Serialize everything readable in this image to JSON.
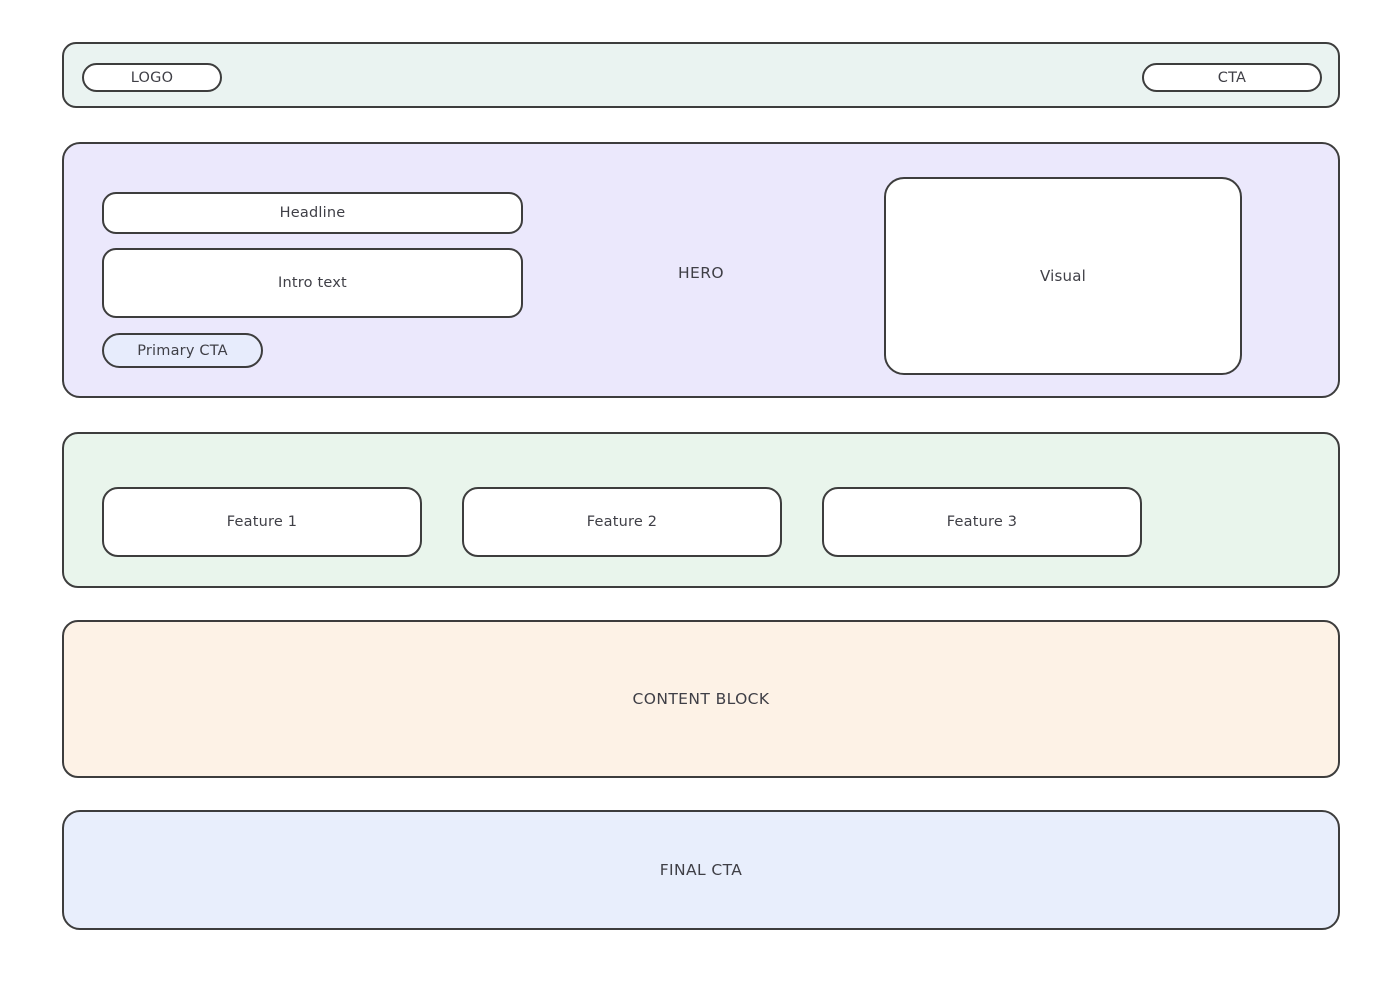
{
  "colors": {
    "page_bg": "#ffffff",
    "border": "#3d3d3d",
    "text": "#3f3f46",
    "box_bg": "#ffffff",
    "header_bg": "#eaf3f1",
    "hero_bg": "#ebe8fc",
    "primary_cta_bg": "#e7ecfc",
    "features_bg": "#e9f5ec",
    "content_bg": "#fdf2e6",
    "final_bg": "#e8eefc"
  },
  "header": {
    "logo_label": "LOGO",
    "cta_label": "CTA"
  },
  "hero": {
    "label": "HERO",
    "headline_label": "Headline",
    "intro_label": "Intro text",
    "primary_cta_label": "Primary CTA",
    "visual_label": "Visual"
  },
  "features": {
    "items": [
      {
        "label": "Feature 1"
      },
      {
        "label": "Feature 2"
      },
      {
        "label": "Feature 3"
      }
    ]
  },
  "content_block": {
    "label": "CONTENT BLOCK"
  },
  "final_cta": {
    "label": "FINAL CTA"
  }
}
